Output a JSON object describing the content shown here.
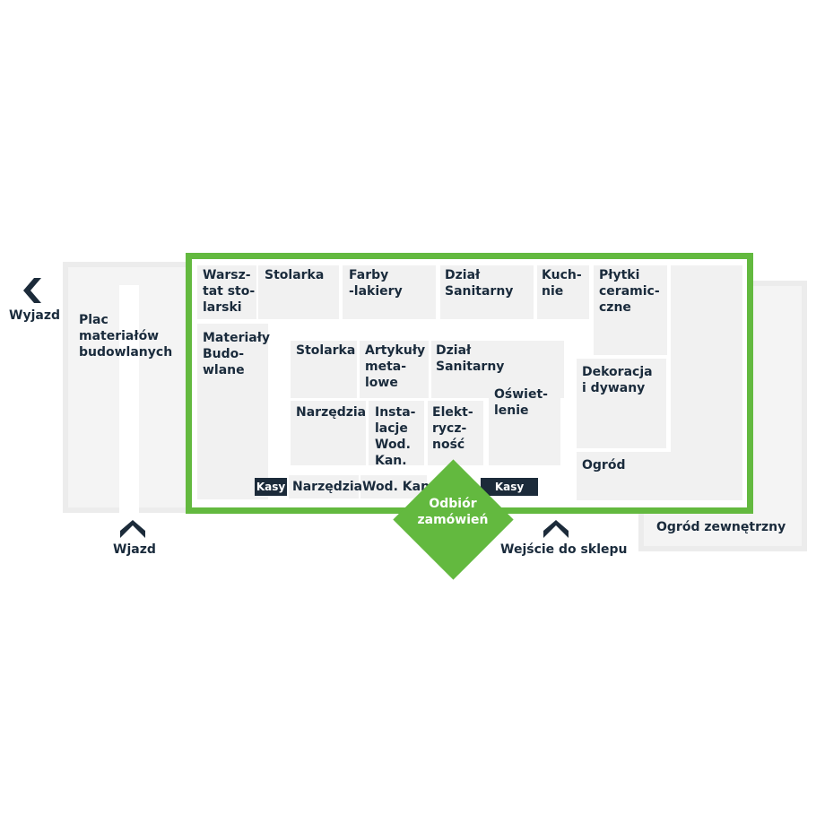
{
  "colors": {
    "store_border": "#63b93f",
    "text": "#1a2b3c",
    "zone_fill": "#f1f1f1",
    "kasy_fill": "#1c2b3a",
    "diamond_fill": "#63b93f"
  },
  "outside": {
    "exit_label": "Wyjazd",
    "entry_label": "Wjazd",
    "store_entrance_label": "Wejście do sklepu",
    "building_materials_yard": "Plac\nmateriałów\nbudowlanych",
    "outdoor_garden": "Ogród zewnętrzny"
  },
  "departments": {
    "warsztat": "Warsz-\ntat sto-\nlarski",
    "stolarka_top": "Stolarka",
    "farby": "Farby\n-lakiery",
    "dzial_sanitarny_top": "Dział\nSanitarny",
    "kuchnie": "Kuch-\nnie",
    "plytki": "Płytki\nceramic-\nczne",
    "materialy": "Materiały\nBudo-\nwlane",
    "stolarka_mid": "Stolarka",
    "artykuly": "Artykuły\nmeta-\nlowe",
    "dzial_sanitarny_mid": "Dział\nSanitarny",
    "oswietlenie": "Oświet-\nlenie",
    "dekoracja": "Dekoracja\ni dywany",
    "narzedzia_mid": "Narzędzia",
    "instalacje": "Insta-\nlacje\nWod.\nKan.",
    "elektrycznosc": "Elekt-\nrycz-\nność",
    "ogrod": "Ogród",
    "narzedzia_bottom": "Narzędzia",
    "wod_kan": "Wod. Kan."
  },
  "checkouts": {
    "left": "Kasy",
    "right": "Kasy"
  },
  "pickup": {
    "label": "Odbiór\nzamówień"
  },
  "icons": {
    "exit_icon": "chevron-left",
    "entry_icon": "chevron-up",
    "store_entrance_icon": "chevron-up"
  }
}
